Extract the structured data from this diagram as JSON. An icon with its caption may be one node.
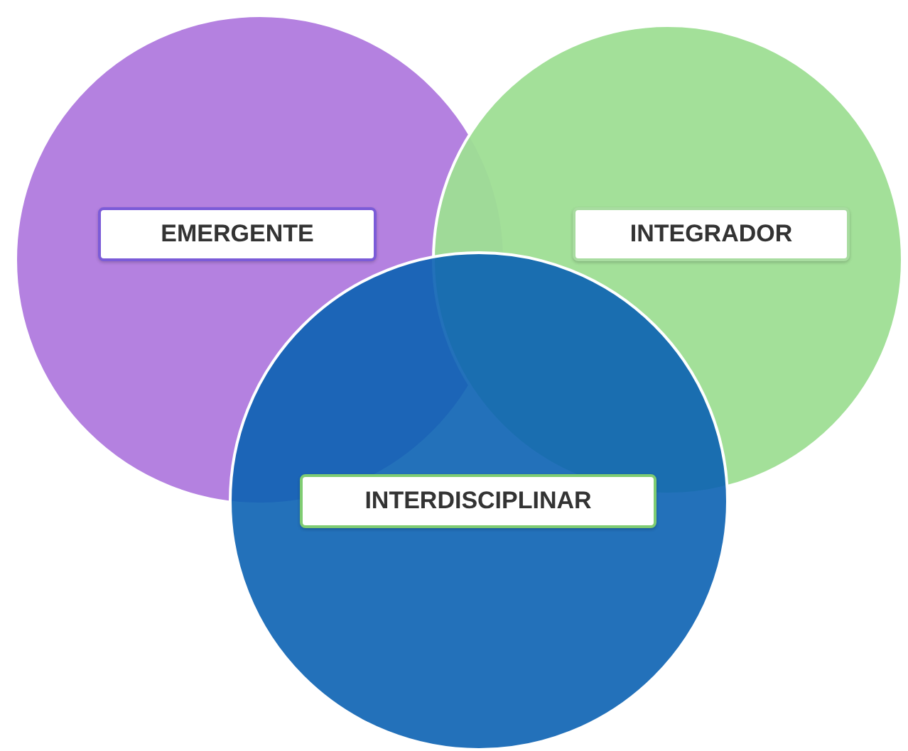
{
  "diagram": {
    "nodes": [
      {
        "text": [
          "EMERGENTE"
        ]
      },
      {
        "text": [
          "INTEGRADOR"
        ]
      },
      {
        "text": [
          "INTERDISCIPLINAR"
        ]
      }
    ]
  }
}
